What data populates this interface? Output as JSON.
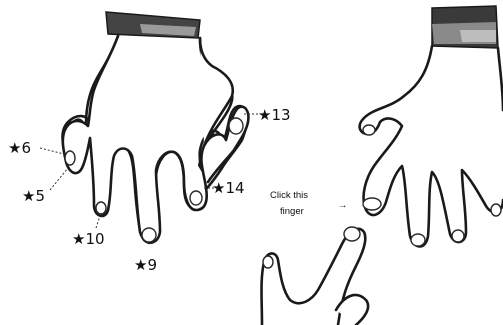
{
  "markers": {
    "m13": "★13",
    "m6": "★6",
    "m5": "★5",
    "m14": "★14",
    "m10": "★10",
    "m9": "★9"
  },
  "instruction": {
    "line1": "Click this",
    "line2": "finger",
    "arrow": "→"
  },
  "colors": {
    "cuff_dark": "#3a3a3a",
    "cuff_mid": "#8a8a8a",
    "cuff_light": "#bdbdbd",
    "outline": "#1a1a1a"
  }
}
